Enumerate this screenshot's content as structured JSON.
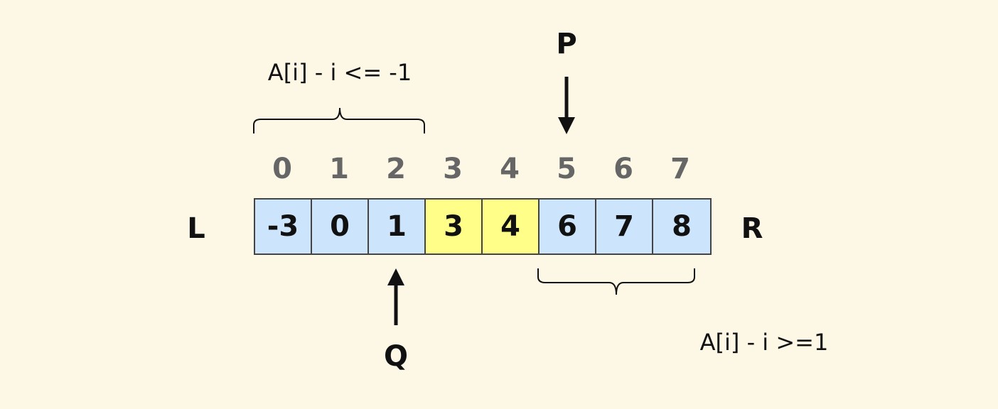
{
  "array": {
    "indices": [
      "0",
      "1",
      "2",
      "3",
      "4",
      "5",
      "6",
      "7"
    ],
    "values": [
      "-3",
      "0",
      "1",
      "3",
      "4",
      "6",
      "7",
      "8"
    ],
    "highlighted": [
      false,
      false,
      false,
      true,
      true,
      false,
      false,
      false
    ]
  },
  "pointers": {
    "left": "L",
    "right": "R",
    "p": "P",
    "q": "Q"
  },
  "annotations": {
    "left_range": "A[i] - i <= -1",
    "right_range": "A[i] - i >=1"
  },
  "colors": {
    "background": "#fdf8e6",
    "cell": "#cce5fc",
    "highlight": "#fefe88",
    "index": "#666666",
    "border": "#444444"
  }
}
